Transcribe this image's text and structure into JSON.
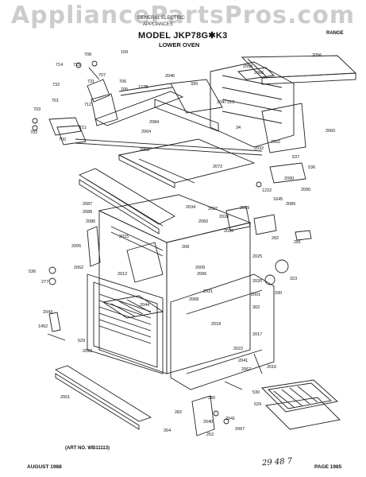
{
  "watermark": "AppliancePartsPros.com",
  "header": {
    "brand_line1": "GENERAL ELECTRIC",
    "brand_line2": "APPLIANCES",
    "model": "MODEL JKP78G✱K3",
    "subtitle": "LOWER OVEN",
    "category": "RANGE"
  },
  "art_no": "(ART NO. WB11113)",
  "footer": {
    "date": "AUGUST 1988",
    "page": "PAGE 1985"
  },
  "handwritten_note": "29 48 7",
  "callouts": [
    "708",
    "109",
    "714",
    "715",
    "707",
    "706",
    "705",
    "732",
    "731",
    "127B",
    "2045",
    "330",
    "2056",
    "2066",
    "2058",
    "703",
    "701",
    "712",
    "711",
    "702",
    "700",
    "2047",
    "313",
    "2084",
    "2064",
    "34",
    "2060",
    "2052",
    "2058",
    "2032",
    "2072",
    "537",
    "536",
    "1222",
    "2090",
    "2090",
    "2087",
    "2088",
    "2034",
    "2027",
    "2028",
    "2029",
    "2089",
    "1645",
    "2086",
    "2015",
    "2060",
    "2026",
    "282",
    "281",
    "268",
    "2025",
    "2005",
    "2062",
    "2009",
    "536",
    "2006",
    "2012",
    "2021",
    "2020",
    "323",
    "330",
    "277",
    "2001",
    "2068",
    "302",
    "2043",
    "2044",
    "2018",
    "2017",
    "2022",
    "1452",
    "529",
    "2023",
    "2041",
    "2016",
    "2067",
    "2001",
    "280",
    "530",
    "529",
    "282",
    "264",
    "2040",
    "2041",
    "2067",
    "252"
  ]
}
